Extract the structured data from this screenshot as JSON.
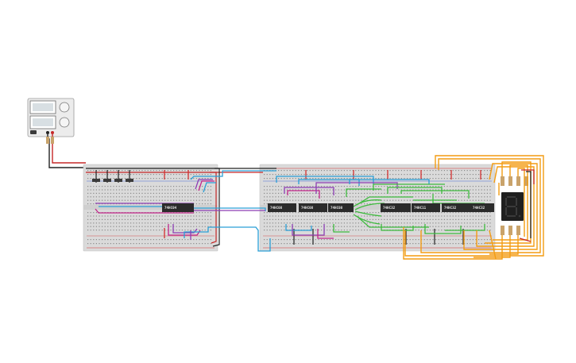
{
  "circuit": {
    "chips": [
      {
        "id": "u1",
        "label": "74HC04"
      },
      {
        "id": "u2",
        "label": "74HC08"
      },
      {
        "id": "u3",
        "label": "74HC08"
      },
      {
        "id": "u4",
        "label": "74HC08"
      },
      {
        "id": "u5",
        "label": "74HC32"
      },
      {
        "id": "u6",
        "label": "74HC11"
      },
      {
        "id": "u7",
        "label": "74HC32"
      },
      {
        "id": "u8",
        "label": "74HC32"
      }
    ],
    "colors": {
      "breadboard": "#d9d9d9",
      "power_rail_red": "#d32f2f",
      "wire_black": "#222222",
      "wire_blue": "#2a9fd6",
      "wire_purple": "#8e3fb5",
      "wire_magenta": "#c2268a",
      "wire_green": "#3dbb3d",
      "wire_orange": "#f39c12",
      "chip": "#2b2b2b",
      "display": "#1f1f1f"
    }
  }
}
